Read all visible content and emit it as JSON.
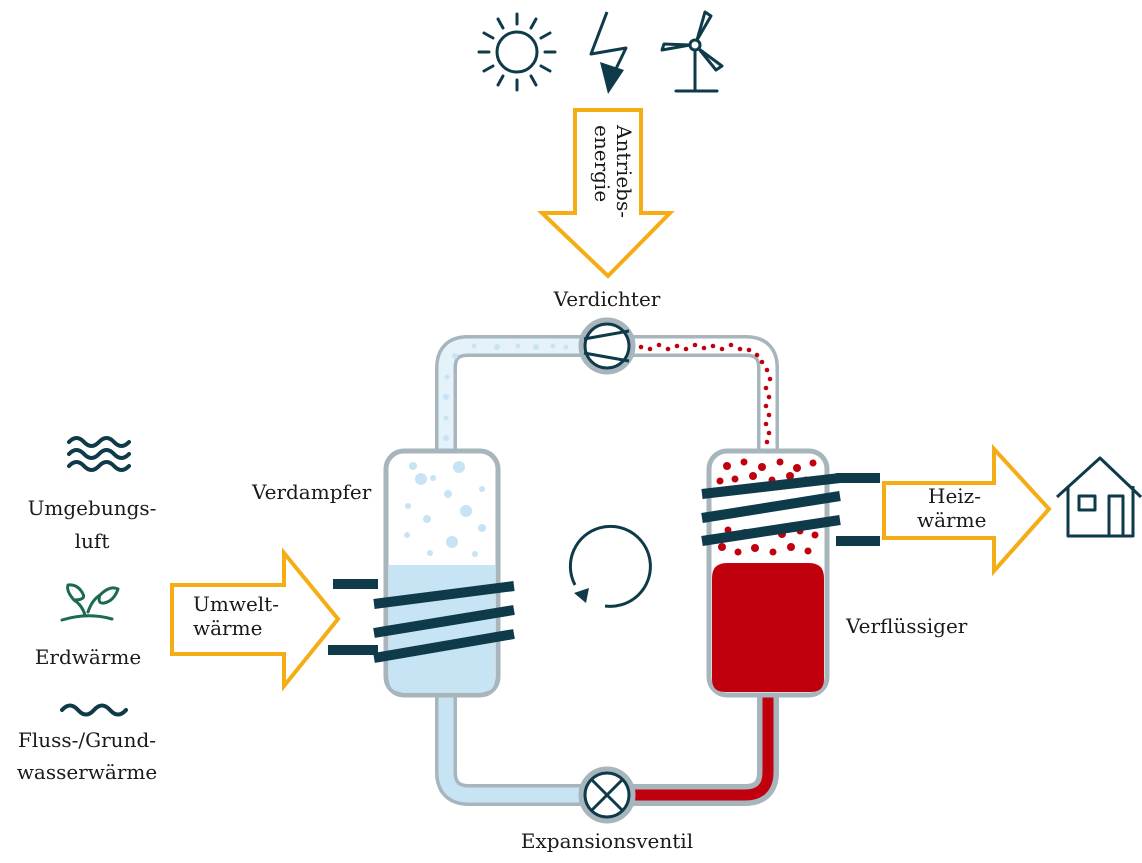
{
  "labels": {
    "drive_energy_line1": "Antriebs-",
    "drive_energy_line2": "energie",
    "compressor": "Verdichter",
    "evaporator": "Verdampfer",
    "condenser": "Verflüssiger",
    "expansion_valve": "Expansionsventil",
    "ambient_air_line1": "Umgebungs-",
    "ambient_air_line2": "luft",
    "geothermal": "Erdwärme",
    "water_heat_line1": "Fluss-/Grund-",
    "water_heat_line2": "wasserwärme",
    "env_heat_line1": "Umwelt-",
    "env_heat_line2": "wärme",
    "heating_line1": "Heiz-",
    "heating_line2": "wärme"
  },
  "icons": [
    "sun-icon",
    "lightning-icon",
    "wind-turbine-icon",
    "waves-icon",
    "plant-icon",
    "water-waves-icon",
    "house-icon",
    "cycle-arrow-icon"
  ],
  "colors": {
    "dark_teal": "#0e3a4a",
    "arrow_orange": "#f5ad15",
    "cold_blue": "#c6e4f3",
    "hot_red": "#c1000e",
    "pipe_grey": "#a7b5bd"
  }
}
